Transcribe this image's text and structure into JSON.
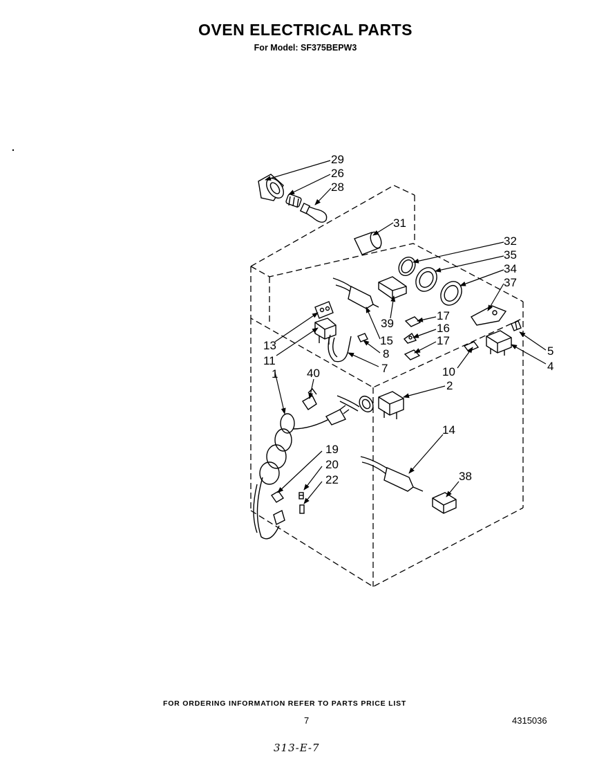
{
  "title": "OVEN ELECTRICAL PARTS",
  "subtitle": "For Model: SF375BEPW3",
  "footer_note": "FOR ORDERING INFORMATION REFER TO PARTS PRICE LIST",
  "page_number": "7",
  "document_number": "4315036",
  "handwritten_note": "313-E-7",
  "callouts": {
    "c29": "29",
    "c26": "26",
    "c28": "28",
    "c31": "31",
    "c32": "32",
    "c35": "35",
    "c34": "34",
    "c37": "37",
    "c39": "39",
    "c17a": "17",
    "c16": "16",
    "c17b": "17",
    "c15": "15",
    "c13": "13",
    "c11": "11",
    "c8": "8",
    "c7": "7",
    "c5": "5",
    "c4": "4",
    "c10": "10",
    "c2": "2",
    "c40": "40",
    "c1": "1",
    "c14": "14",
    "c38": "38",
    "c19": "19",
    "c20": "20",
    "c22": "22"
  }
}
